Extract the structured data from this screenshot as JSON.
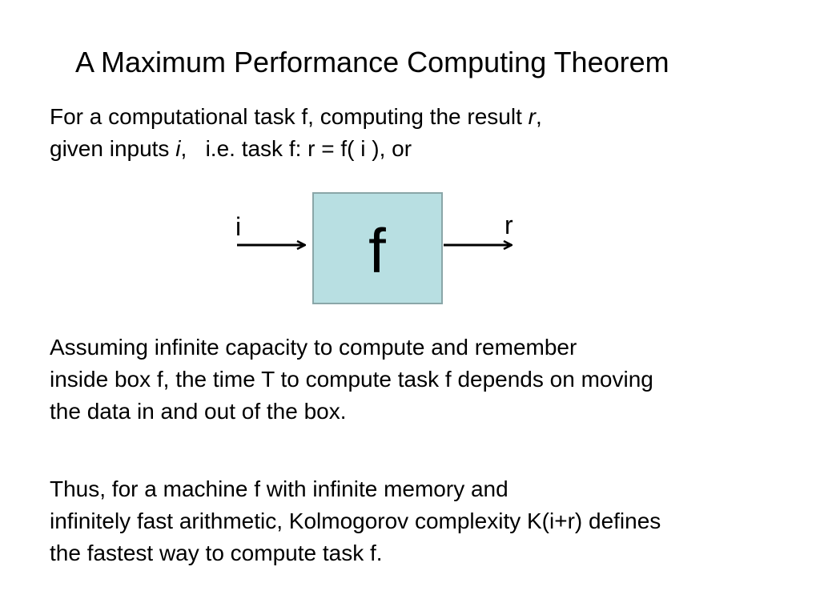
{
  "slide": {
    "title": "A Maximum Performance Computing Theorem",
    "intro": {
      "line1_text": "For a computational task f, computing the result ",
      "line1_var": "r",
      "line1_end": ",",
      "line2_text": "given inputs ",
      "line2_var": "i",
      "line2_end": ",   i.e. task f: r = f( i ), or"
    },
    "diagram": {
      "input_label": "i",
      "output_label": "r",
      "box_label": "f",
      "box_fill": "#b8dfe2",
      "box_stroke": "#8aa6a8"
    },
    "paragraph2": [
      "Assuming infinite capacity to compute and remember",
      "inside box f, the time T to compute task f depends on moving",
      "the data in and out of the box."
    ],
    "paragraph3": [
      "Thus, for a machine f with infinite memory and",
      "infinitely fast arithmetic, Kolmogorov complexity K(i+r) defines",
      "the fastest way to compute task f."
    ]
  }
}
